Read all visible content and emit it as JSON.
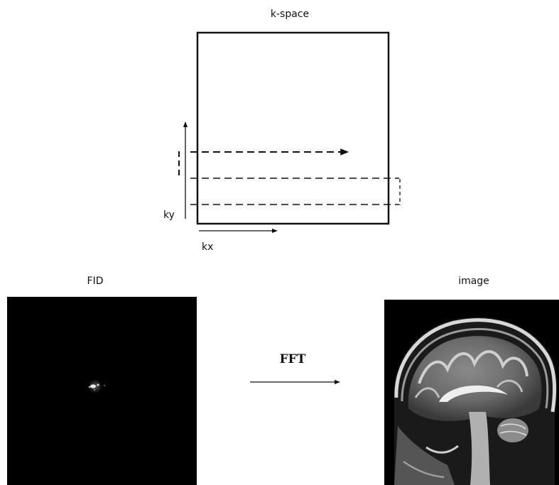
{
  "kspace": {
    "title": "k-space",
    "ky_label": "ky",
    "kx_label": "kx"
  },
  "fid": {
    "title": "FID"
  },
  "transform": {
    "label": "FFT"
  },
  "image": {
    "title": "image"
  },
  "colors": {
    "ink": "#111111",
    "panel_bg": "#000000"
  }
}
